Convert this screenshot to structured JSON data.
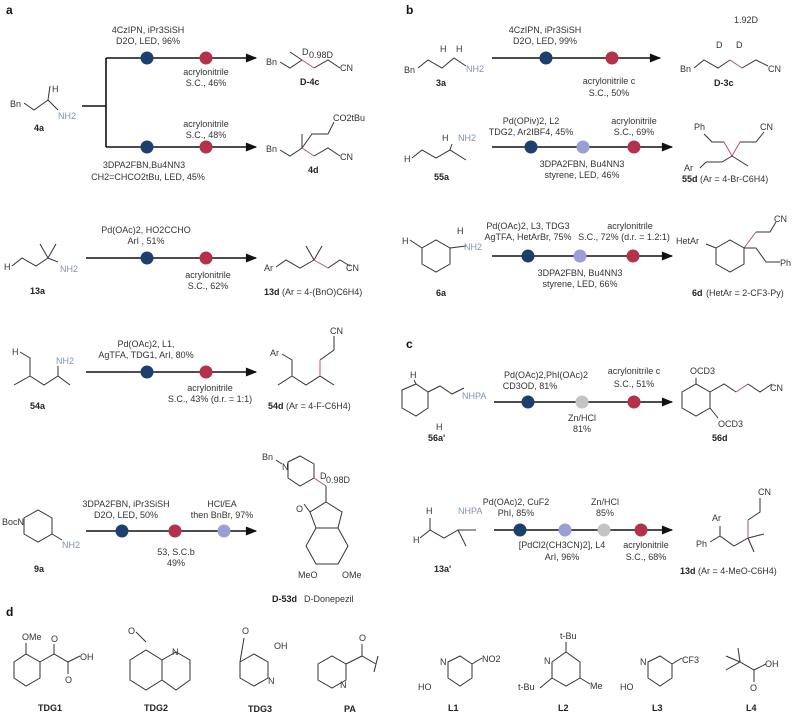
{
  "panels": {
    "a": {
      "label": "a",
      "substrate": {
        "name": "4a",
        "groups": [
          "Bn",
          "H",
          "NH2"
        ]
      },
      "branch_top": {
        "conditions_above": [
          "4CzIPN, iPr3SiSH",
          "D2O, LED, 96%"
        ],
        "conditions_below": [
          "acrylonitrile",
          "S.C., 46%"
        ],
        "steps": [
          "blue",
          "red"
        ],
        "product": {
          "name": "D-4c",
          "groups": [
            "Bn",
            "D",
            "0.98D",
            "CN"
          ]
        }
      },
      "branch_bottom": {
        "conditions_above": [
          "acrylonitrile",
          "S.C., 48%"
        ],
        "conditions_below": [
          "3DPA2FBN,Bu4NN3",
          "CH2=CHCO2tBu, LED, 45%"
        ],
        "steps": [
          "blue",
          "red"
        ],
        "product": {
          "name": "4d",
          "groups": [
            "Bn",
            "CO2tBu",
            "CN"
          ]
        }
      },
      "rxn_13a": {
        "substrate": {
          "name": "13a",
          "groups": [
            "H",
            "NH2"
          ]
        },
        "conditions_above": [
          "Pd(OAc)2, HO2CCHO",
          "ArI , 51%"
        ],
        "conditions_below": [
          "acrylonitrile",
          "S.C., 62%"
        ],
        "steps": [
          "blue",
          "red"
        ],
        "product": {
          "name": "13d",
          "note": "(Ar = 4-(BnO)C6H4)",
          "groups": [
            "Ar",
            "CN"
          ]
        }
      },
      "rxn_54a": {
        "substrate": {
          "name": "54a",
          "groups": [
            "H",
            "NH2"
          ]
        },
        "conditions_above": [
          "Pd(OAc)2, L1,",
          "AgTFA, TDG1, ArI, 80%"
        ],
        "conditions_below": [
          "acrylonitrile",
          "S.C., 43% (d.r. = 1:1)"
        ],
        "steps": [
          "blue",
          "red"
        ],
        "product": {
          "name": "54d",
          "note": "(Ar = 4-F-C6H4)",
          "groups": [
            "Ar",
            "CN"
          ]
        }
      },
      "rxn_9a": {
        "substrate": {
          "name": "9a",
          "groups": [
            "BocN",
            "NH2"
          ]
        },
        "conditions_above_1": [
          "3DPA2FBN, iPr3SiSH",
          "D2O, LED, 50%"
        ],
        "conditions_above_2": [
          "HCl/EA",
          "then BnBr, 97%"
        ],
        "conditions_below": [
          "53, S.C.b",
          "49%"
        ],
        "steps": [
          "blue",
          "red",
          "lavender"
        ],
        "product": {
          "name": "D-53d",
          "note": "D-Donepezil",
          "groups": [
            "Bn",
            "N",
            "D",
            "0.98D",
            "O",
            "MeO",
            "OMe"
          ]
        }
      }
    },
    "b": {
      "label": "b",
      "rxn_3a": {
        "substrate": {
          "name": "3a",
          "groups": [
            "Bn",
            "H",
            "H",
            "NH2"
          ]
        },
        "conditions_above": [
          "4CzIPN, iPr3SiSH",
          "D2O, LED, 99%"
        ],
        "conditions_below": [
          "acrylonitrile c",
          "S.C., 50%"
        ],
        "steps": [
          "blue",
          "red"
        ],
        "product": {
          "name": "D-3c",
          "groups": [
            "1.92D",
            "D",
            "D",
            "Bn",
            "CN"
          ]
        }
      },
      "rxn_55a": {
        "substrate": {
          "name": "55a",
          "groups": [
            "H",
            "NH2",
            "H"
          ]
        },
        "conditions_above_1": [
          "Pd(OPiv)2, L2",
          "TDG2, Ar2IBF4, 45%"
        ],
        "conditions_above_2": [
          "acrylonitrile",
          "S.C., 69%"
        ],
        "conditions_below": [
          "3DPA2FBN, Bu4NN3",
          "styrene, LED, 46%"
        ],
        "steps": [
          "blue",
          "lavender",
          "red"
        ],
        "product": {
          "name": "55d",
          "note": "(Ar = 4-Br-C6H4)",
          "groups": [
            "Ph",
            "CN",
            "Ar"
          ]
        }
      },
      "rxn_6a": {
        "substrate": {
          "name": "6a",
          "groups": [
            "H",
            "H",
            "NH2"
          ]
        },
        "conditions_above_1": [
          "Pd(OAc)2, L3, TDG3",
          "AgTFA, HetArBr, 75%"
        ],
        "conditions_above_2": [
          "acrylonitrile",
          "S.C., 72% (d.r. = 1.2:1)"
        ],
        "conditions_below": [
          "3DPA2FBN, Bu4NN3",
          "styrene, LED, 66%"
        ],
        "steps": [
          "blue",
          "lavender",
          "red"
        ],
        "product": {
          "name": "6d",
          "note": "(HetAr = 2-CF3-Py)",
          "groups": [
            "HetAr",
            "CN",
            "Ph"
          ]
        }
      }
    },
    "c": {
      "label": "c",
      "rxn_56a": {
        "substrate": {
          "name": "56a'",
          "groups": [
            "H",
            "H",
            "NHPA"
          ]
        },
        "conditions_above_1": [
          "Pd(OAc)2,PhI(OAc)2",
          "CD3OD, 81%"
        ],
        "conditions_above_2": [
          "acrylonitrile c",
          "S.C., 51%"
        ],
        "conditions_below": [
          "Zn/HCl",
          "81%"
        ],
        "steps": [
          "blue",
          "gray",
          "red"
        ],
        "product": {
          "name": "56d",
          "groups": [
            "OCD3",
            "OCD3",
            "CN"
          ]
        }
      },
      "rxn_13a_prime": {
        "substrate": {
          "name": "13a'",
          "groups": [
            "H",
            "H",
            "NHPA"
          ]
        },
        "conditions_above_1": [
          "Pd(OAc)2, CuF2",
          "PhI, 85%"
        ],
        "conditions_above_2": [
          "Zn/HCl",
          "85%"
        ],
        "conditions_below_1": [
          "[PdCl2(CH3CN)2], L4",
          "ArI, 96%"
        ],
        "conditions_below_2": [
          "acrylonitrile",
          "S.C., 68%"
        ],
        "steps": [
          "blue",
          "lavender",
          "gray",
          "red"
        ],
        "product": {
          "name": "13d",
          "note": "(Ar = 4-MeO-C6H4)",
          "groups": [
            "Ar",
            "Ph",
            "CN"
          ]
        }
      }
    },
    "d": {
      "label": "d",
      "structures": [
        {
          "name": "TDG1",
          "groups": [
            "OMe",
            "O",
            "OH",
            "O"
          ]
        },
        {
          "name": "TDG2",
          "groups": [
            "O",
            "N"
          ]
        },
        {
          "name": "TDG3",
          "groups": [
            "O",
            "OH",
            "N"
          ]
        },
        {
          "name": "PA",
          "groups": [
            "O",
            "N"
          ]
        },
        {
          "name": "L1",
          "groups": [
            "N",
            "NO2",
            "HO"
          ]
        },
        {
          "name": "L2",
          "groups": [
            "t-Bu",
            "N",
            "t-Bu",
            "Me"
          ]
        },
        {
          "name": "L3",
          "groups": [
            "N",
            "CF3",
            "HO"
          ]
        },
        {
          "name": "L4",
          "groups": [
            "OH",
            "O"
          ]
        }
      ]
    }
  },
  "colors": {
    "blue": "#1d3f6e",
    "red": "#b3314a",
    "lavender": "#9c9fd6",
    "gray": "#c4c4c4",
    "amine_n": "#7f93b5",
    "new_bond": "#c0506a"
  }
}
